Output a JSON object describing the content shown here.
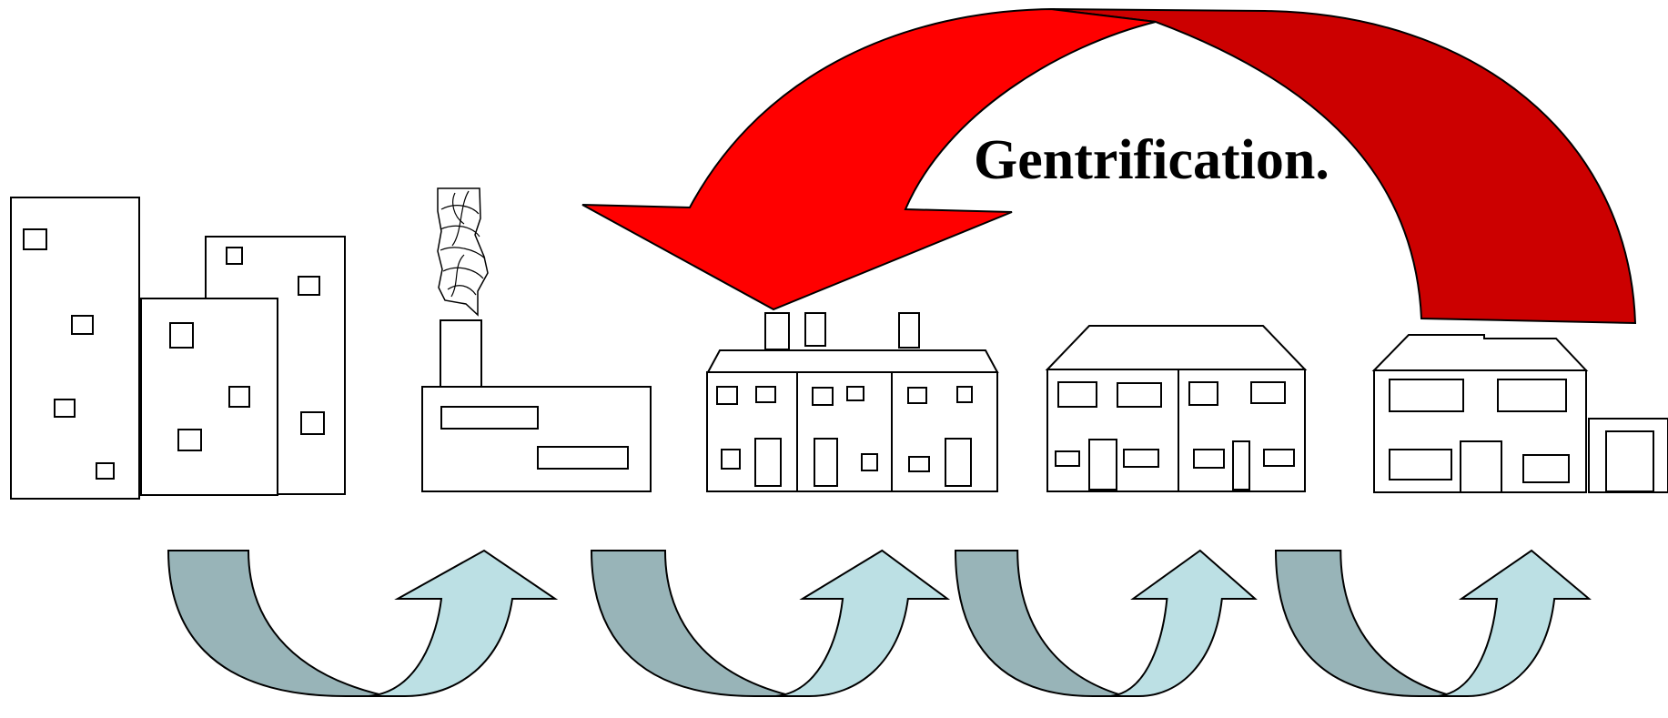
{
  "title": "Gentrification.",
  "colors": {
    "background": "#ffffff",
    "outline": "#000000",
    "big_arrow_front": "#ff0000",
    "big_arrow_back": "#cc0000",
    "small_arrow_dark": "#98b4b8",
    "small_arrow_light": "#bce0e4"
  },
  "stages": [
    {
      "name": "high-rise-blocks"
    },
    {
      "name": "factory"
    },
    {
      "name": "terraced-houses"
    },
    {
      "name": "semi-detached-houses"
    },
    {
      "name": "detached-house"
    }
  ]
}
